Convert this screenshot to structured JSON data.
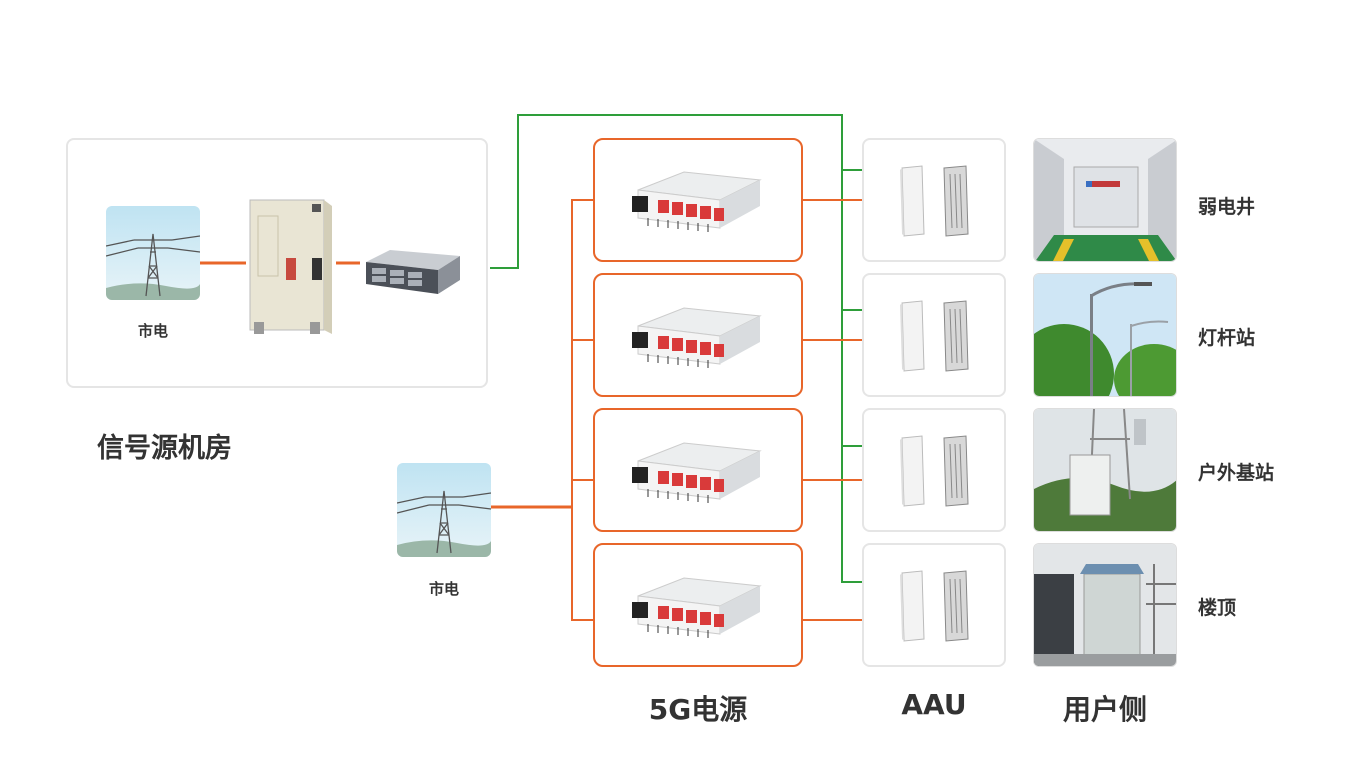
{
  "source_room": {
    "title": "信号源机房",
    "grid_label": "市电"
  },
  "grid_standalone_label": "市电",
  "columns": {
    "power": "5G电源",
    "aau": "AAU",
    "user": "用户侧"
  },
  "scenarios": [
    "弱电井",
    "灯杆站",
    "户外基站",
    "楼顶"
  ],
  "colors": {
    "power_line": "#e8662a",
    "signal_line": "#2e9e3a",
    "panel_border": "#e5e5e5"
  }
}
